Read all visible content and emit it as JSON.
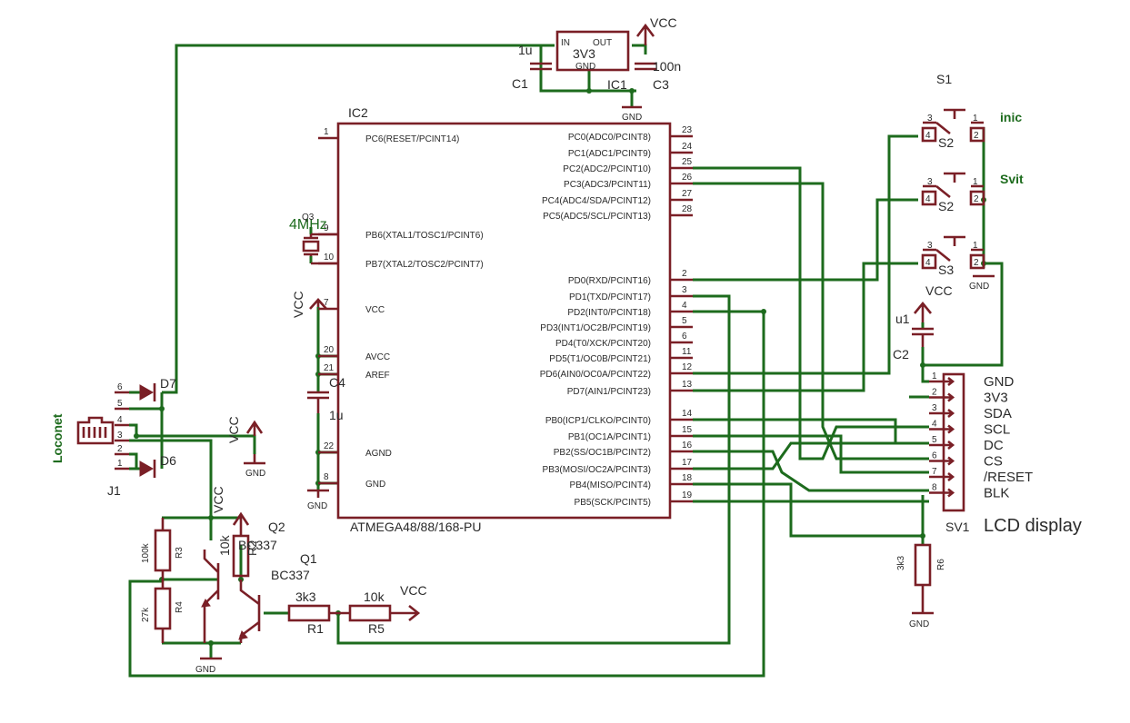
{
  "ic2": {
    "name": "IC2",
    "part": "ATMEGA48/88/168-PU",
    "left_pins": [
      {
        "num": "1",
        "label": "PC6(RESET/PCINT14)"
      },
      {
        "num": "9",
        "label": "PB6(XTAL1/TOSC1/PCINT6)"
      },
      {
        "num": "10",
        "label": "PB7(XTAL2/TOSC2/PCINT7)"
      },
      {
        "num": "7",
        "label": "VCC"
      },
      {
        "num": "20",
        "label": "AVCC"
      },
      {
        "num": "21",
        "label": "AREF"
      },
      {
        "num": "22",
        "label": "AGND"
      },
      {
        "num": "8",
        "label": "GND"
      }
    ],
    "right_pins": [
      {
        "num": "23",
        "label": "PC0(ADC0/PCINT8)"
      },
      {
        "num": "24",
        "label": "PC1(ADC1/PCINT9)"
      },
      {
        "num": "25",
        "label": "PC2(ADC2/PCINT10)"
      },
      {
        "num": "26",
        "label": "PC3(ADC3/PCINT11)"
      },
      {
        "num": "27",
        "label": "PC4(ADC4/SDA/PCINT12)"
      },
      {
        "num": "28",
        "label": "PC5(ADC5/SCL/PCINT13)"
      },
      {
        "num": "2",
        "label": "PD0(RXD/PCINT16)"
      },
      {
        "num": "3",
        "label": "PD1(TXD/PCINT17)"
      },
      {
        "num": "4",
        "label": "PD2(INT0/PCINT18)"
      },
      {
        "num": "5",
        "label": "PD3(INT1/OC2B/PCINT19)"
      },
      {
        "num": "6",
        "label": "PD4(T0/XCK/PCINT20)"
      },
      {
        "num": "11",
        "label": "PD5(T1/OC0B/PCINT21)"
      },
      {
        "num": "12",
        "label": "PD6(AIN0/OC0A/PCINT22)"
      },
      {
        "num": "13",
        "label": "PD7(AIN1/PCINT23)"
      },
      {
        "num": "14",
        "label": "PB0(ICP1/CLKO/PCINT0)"
      },
      {
        "num": "15",
        "label": "PB1(OC1A/PCINT1)"
      },
      {
        "num": "16",
        "label": "PB2(SS/OC1B/PCINT2)"
      },
      {
        "num": "17",
        "label": "PB3(MOSI/OC2A/PCINT3)"
      },
      {
        "num": "18",
        "label": "PB4(MISO/PCINT4)"
      },
      {
        "num": "19",
        "label": "PB5(SCK/PCINT5)"
      }
    ]
  },
  "regulator": {
    "name": "IC1",
    "value": "3V3",
    "pin_in": "IN",
    "pin_out": "OUT",
    "pin_gnd": "GND",
    "c1_name": "C1",
    "c1_value": "1u",
    "c3_name": "C3",
    "c3_value": "100n",
    "vcc": "VCC",
    "gnd": "GND"
  },
  "crystal": {
    "name": "Q3",
    "value": "4MHz"
  },
  "c4": {
    "name": "C4",
    "value": "1u"
  },
  "c2": {
    "name": "C2",
    "value": "u1"
  },
  "mcu_vcc": "VCC",
  "mcu_gnd": "GND",
  "switches": {
    "s1": "S1",
    "s2": "S2",
    "s3": "S3",
    "label_inic": "inic",
    "label_svit": "Svit",
    "pin1": "1",
    "pin2": "2",
    "pin3": "3",
    "pin4": "4",
    "gnd": "GND",
    "vcc": "VCC"
  },
  "lcd": {
    "name": "SV1",
    "title": "LCD display",
    "pins": [
      "1",
      "2",
      "3",
      "4",
      "5",
      "6",
      "7",
      "8"
    ],
    "labels": [
      "GND",
      "3V3",
      "SDA",
      "SCL",
      "DC",
      "CS",
      "/RESET",
      "BLK"
    ]
  },
  "r6": {
    "name": "R6",
    "value": "3k3",
    "gnd": "GND"
  },
  "loconet": {
    "label": "Loconet",
    "j1": "J1",
    "d7": "D7",
    "d6": "D6",
    "pins": [
      "6",
      "5",
      "4",
      "3",
      "2",
      "1"
    ],
    "vcc": "VCC",
    "gnd": "GND"
  },
  "transistor": {
    "q1": "Q1",
    "q1_type": "BC337",
    "q2": "Q2",
    "q2_type": "BC337",
    "r2_name": "R2",
    "r2_value": "10k",
    "r3_name": "R3",
    "r3_value": "100k",
    "r4_name": "R4",
    "r4_value": "27k",
    "r1_name": "R1",
    "r1_value": "3k3",
    "r5_name": "R5",
    "r5_value": "10k",
    "vcc": "VCC",
    "gnd": "GND"
  }
}
